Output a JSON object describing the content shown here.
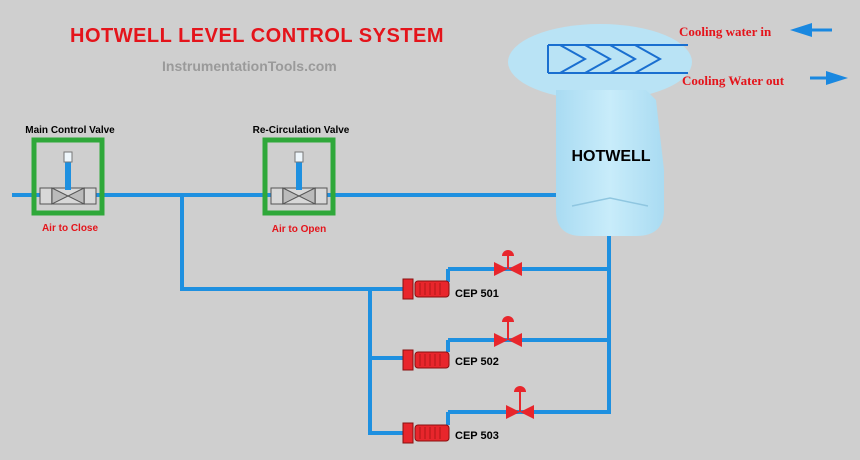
{
  "title": "HOTWELL LEVEL CONTROL SYSTEM",
  "watermark": "InstrumentationTools.com",
  "cooling_in": "Cooling water in",
  "cooling_out": "Cooling Water out",
  "hotwell_label": "HOTWELL",
  "valves": [
    {
      "name": "Main Control Valve",
      "action": "Air to Close"
    },
    {
      "name": "Re-Circulation Valve",
      "action": "Air to Open"
    }
  ],
  "pumps": [
    {
      "label": "CEP 501"
    },
    {
      "label": "CEP 502"
    },
    {
      "label": "CEP 503"
    }
  ],
  "colors": {
    "background": "#cfcfcf",
    "pipe": "#1e90e0",
    "title_red": "#e4141b",
    "valve_box": "#2fa83a",
    "pump_red": "#e8262c",
    "tank_fill": "#b9e3f5",
    "watermark": "#9a9a9a"
  }
}
